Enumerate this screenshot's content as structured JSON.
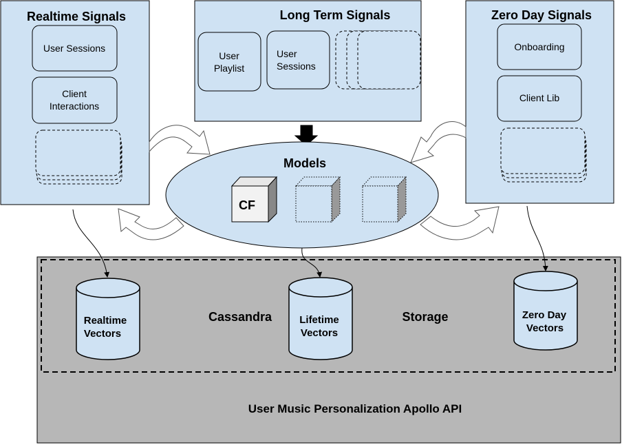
{
  "colors": {
    "panel_fill": "#cfe2f3",
    "storage_fill": "#b7b7b7",
    "stroke": "#000000",
    "db_fill": "#cfe2f3"
  },
  "realtime": {
    "title": "Realtime Signals",
    "items": [
      "User Sessions",
      "Client Interactions"
    ]
  },
  "longterm": {
    "title": "Long Term Signals",
    "items": [
      "User Playlist",
      "User Sessions"
    ]
  },
  "zeroday": {
    "title": "Zero Day Signals",
    "items": [
      "Onboarding",
      "Client Lib"
    ]
  },
  "models": {
    "title": "Models",
    "cube_label": "CF"
  },
  "storage": {
    "cassandra_label": "Cassandra",
    "storage_label": "Storage",
    "api_label": "User Music Personalization Apollo API",
    "databases": [
      "Realtime Vectors",
      "Lifetime Vectors",
      "Zero Day Vectors"
    ]
  }
}
